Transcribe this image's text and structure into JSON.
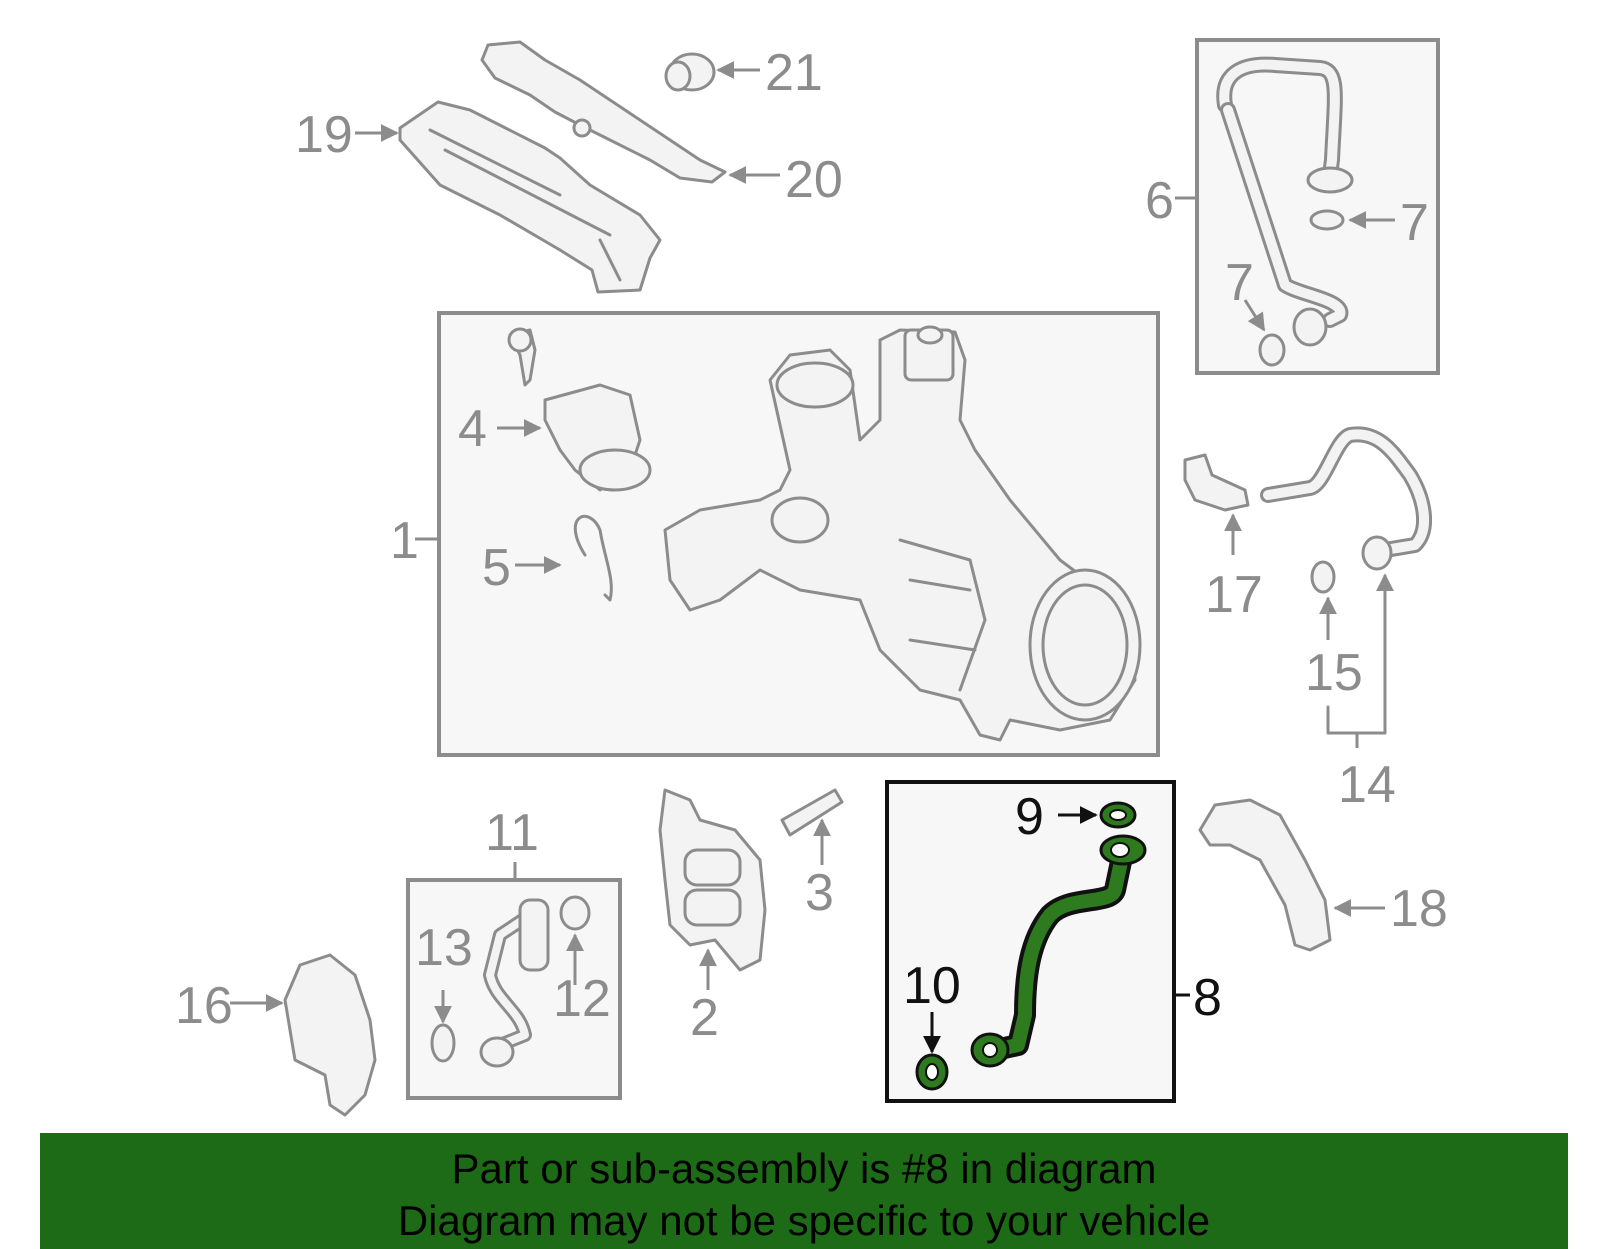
{
  "banner": {
    "line1": "Part or sub-assembly is #8 in diagram",
    "line2": "Diagram may not be specific to your vehicle",
    "background": "#1e6b17"
  },
  "highlight": {
    "part_number": "8",
    "color": "#2e7a1f"
  },
  "callouts": {
    "c1": "1",
    "c2": "2",
    "c3": "3",
    "c4": "4",
    "c5": "5",
    "c6": "6",
    "c7a": "7",
    "c7b": "7",
    "c8": "8",
    "c9": "9",
    "c10": "10",
    "c11": "11",
    "c12": "12",
    "c13": "13",
    "c14": "14",
    "c15": "15",
    "c16": "16",
    "c17": "17",
    "c18": "18",
    "c19": "19",
    "c20": "20",
    "c21": "21"
  }
}
